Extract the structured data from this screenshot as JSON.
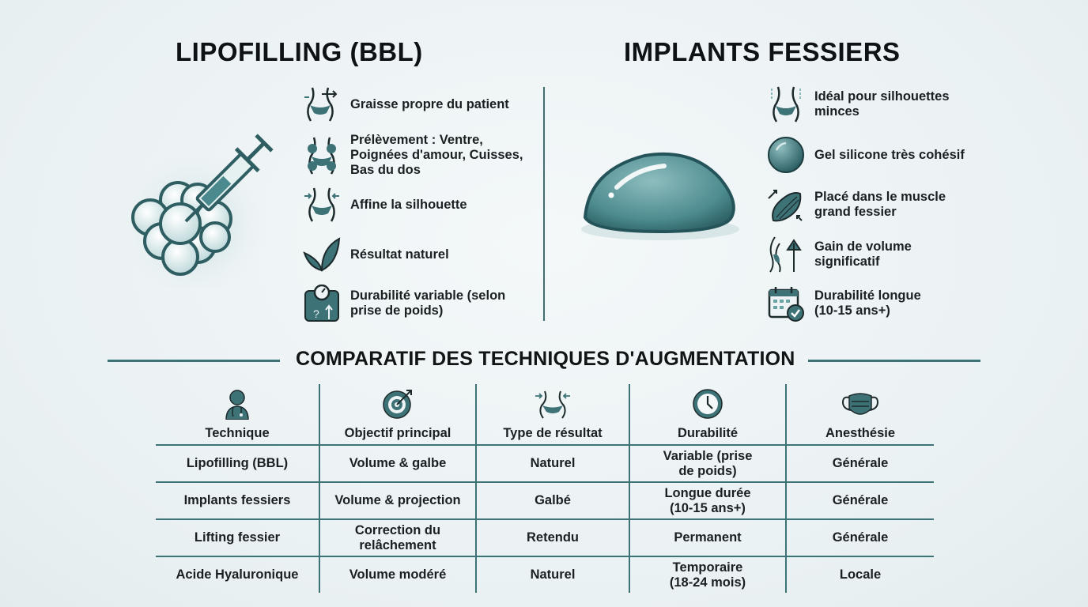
{
  "left": {
    "title": "LIPOFILLING (BBL)",
    "illustration": "syringe-fat-cells",
    "features": [
      {
        "icon": "waist-arrow-icon",
        "text": "Graisse propre du patient"
      },
      {
        "icon": "body-zones-icon",
        "text": "Prélèvement : Ventre, Poignées d'amour, Cuisses, Bas du dos"
      },
      {
        "icon": "waist-slim-icon",
        "text": "Affine la silhouette"
      },
      {
        "icon": "leaf-icon",
        "text": "Résultat naturel"
      },
      {
        "icon": "scale-icon",
        "text": "Durabilité variable (selon prise de poids)"
      }
    ]
  },
  "right": {
    "title": "IMPLANTS FESSIERS",
    "illustration": "silicone-implant",
    "features": [
      {
        "icon": "slim-silhouette-icon",
        "text": "Idéal pour silhouettes minces"
      },
      {
        "icon": "gel-sphere-icon",
        "text": "Gel silicone très cohésif"
      },
      {
        "icon": "muscle-icon",
        "text": "Placé dans le muscle grand fessier"
      },
      {
        "icon": "volume-up-icon",
        "text": "Gain de volume significatif"
      },
      {
        "icon": "calendar-check-icon",
        "text": "Durabilité longue (10-15 ans+)"
      }
    ]
  },
  "comparison": {
    "title": "COMPARATIF DES TECHNIQUES D'AUGMENTATION",
    "headers": [
      {
        "label": "Technique",
        "icon": "doctor-icon"
      },
      {
        "label": "Objectif principal",
        "icon": "target-icon"
      },
      {
        "label": "Type de résultat",
        "icon": "waist-icon"
      },
      {
        "label": "Durabilité",
        "icon": "clock-icon"
      },
      {
        "label": "Anesthésie",
        "icon": "mask-icon"
      }
    ],
    "rows": [
      [
        "Lipofilling (BBL)",
        "Volume & galbe",
        "Naturel",
        "Variable (prise de poids)",
        "Générale"
      ],
      [
        "Implants fessiers",
        "Volume & projection",
        "Galbé",
        "Longue durée (10-15 ans+)",
        "Générale"
      ],
      [
        "Lifting fessier",
        "Correction du relâchement",
        "Retendu",
        "Permanent",
        "Générale"
      ],
      [
        "Acide Hyaluronique",
        "Volume modéré",
        "Naturel",
        "Temporaire (18-24 mois)",
        "Locale"
      ]
    ]
  },
  "colors": {
    "accent": "#3d7277",
    "accent_light": "#5c9a9e",
    "text": "#151a1c",
    "background": "#eef4f5"
  }
}
